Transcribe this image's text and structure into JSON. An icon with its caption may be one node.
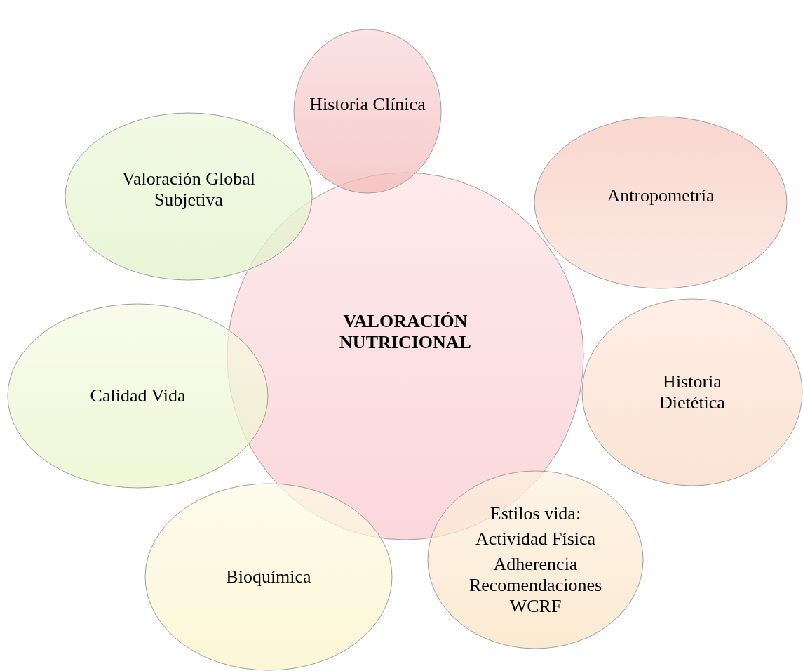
{
  "diagram": {
    "nodes": [
      {
        "text": [
          "VALORACIÓN NUTRICIONAL"
        ]
      },
      {
        "text": [
          "Historia Clínica"
        ]
      },
      {
        "text": [
          "Antropometría"
        ]
      },
      {
        "text": [
          "Historia Dietética"
        ]
      },
      {
        "text": [
          "Estilos vida:",
          "Actividad Física",
          "Adherencia Recomendaciones WCRF"
        ]
      },
      {
        "text": [
          "Bioquímica"
        ]
      },
      {
        "text": [
          "Calidad Vida"
        ]
      },
      {
        "text": [
          "Valoración Global Subjetiva"
        ]
      }
    ]
  }
}
